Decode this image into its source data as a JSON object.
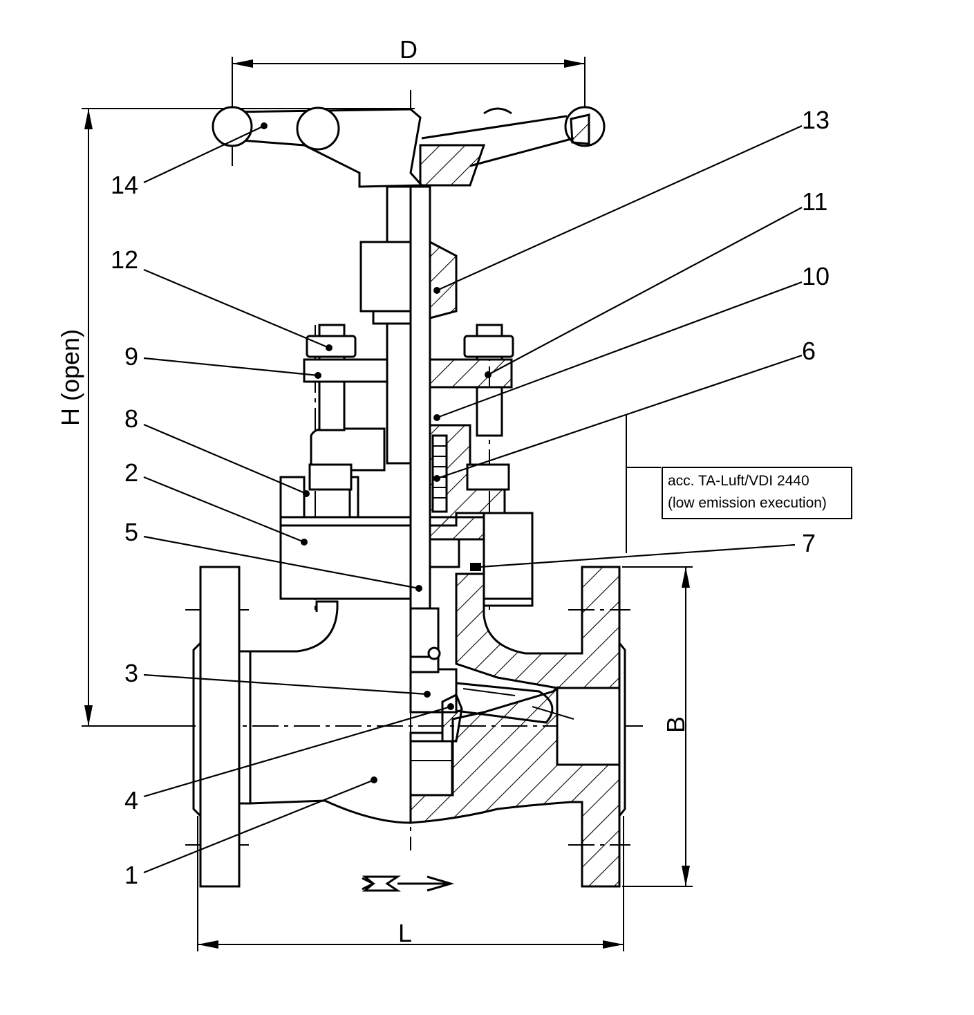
{
  "dimensions": {
    "D": "D",
    "H": "H (open)",
    "B": "B",
    "L": "L"
  },
  "note": {
    "line1": "acc. TA-Luft/VDI 2440",
    "line2": "(low emission execution)"
  },
  "callouts": [
    "1",
    "2",
    "3",
    "4",
    "5",
    "6",
    "7",
    "8",
    "9",
    "10",
    "11",
    "12",
    "13",
    "14"
  ]
}
